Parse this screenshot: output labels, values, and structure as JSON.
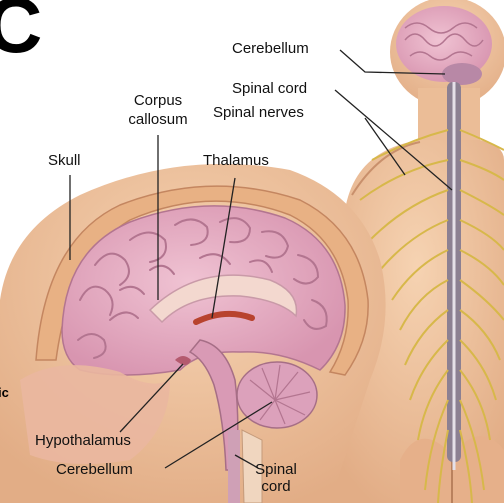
{
  "figure": {
    "panel_letter": "C",
    "left_edge_fragment": "ic"
  },
  "labels": {
    "cerebellum_top": "Cerebellum",
    "spinal_cord_top": "Spinal cord",
    "spinal_nerves": "Spinal nerves",
    "corpus_callosum_1": "Corpus",
    "corpus_callosum_2": "callosum",
    "skull": "Skull",
    "thalamus": "Thalamus",
    "hypothalamus": "Hypothalamus",
    "cerebellum_bottom": "Cerebellum",
    "spinal_cord_bottom_1": "Spinal",
    "spinal_cord_bottom_2": "cord"
  },
  "colors": {
    "skin": "#efc39e",
    "skull": "#e8b184",
    "brain": "#e4a8bd",
    "brain_fold": "#b37590",
    "nerves": "#d7b84a",
    "spine": "#7a6f7c",
    "thalamus": "#b8432e",
    "leader_line": "#222222"
  }
}
